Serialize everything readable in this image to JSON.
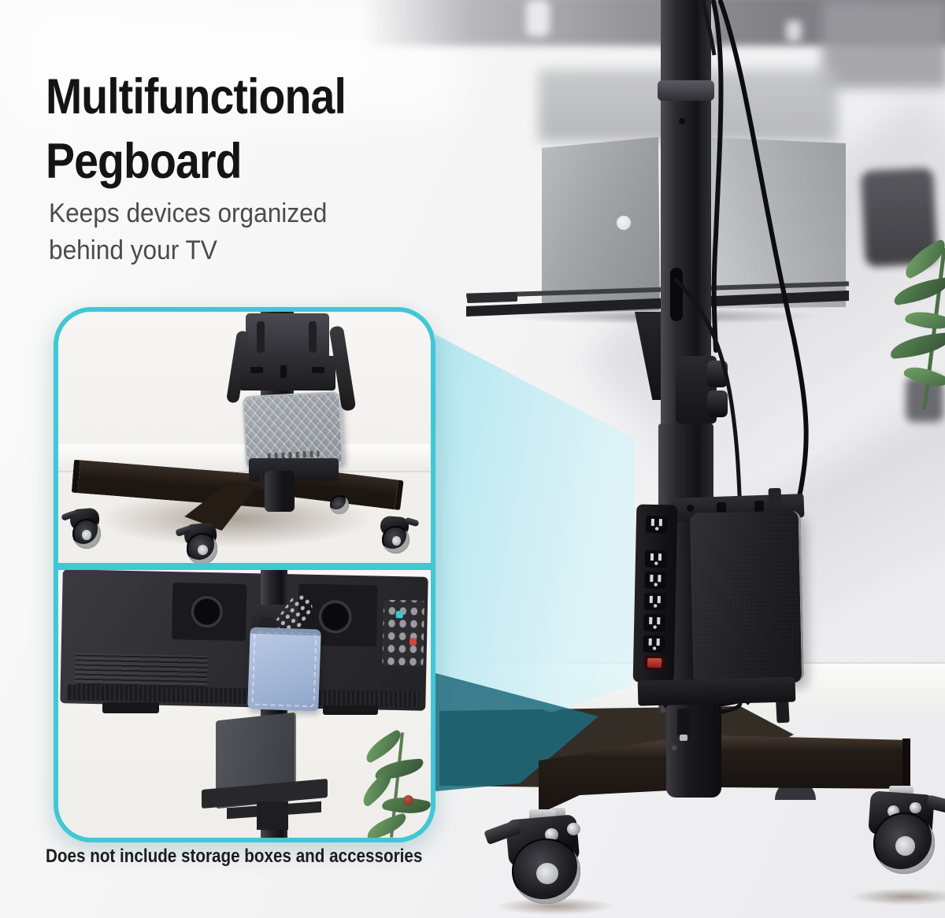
{
  "header": {
    "title_line1": "Multifunctional",
    "title_line2": "Pegboard",
    "subtitle_line1": "Keeps devices organized",
    "subtitle_line2": "behind your TV"
  },
  "footer": {
    "disclaimer": "Does not include storage boxes and accessories"
  },
  "colors": {
    "accent_cyan": "#41c7d6",
    "beam_light": "#a9e4ee",
    "beam_teal": "#1d6b7c",
    "title": "#141414",
    "subtitle": "#4b4b4b",
    "disclaimer": "#1c1c1c",
    "wall": "#f6f6f6",
    "wood": "#d4ae83",
    "metal_dark": "#232327"
  }
}
